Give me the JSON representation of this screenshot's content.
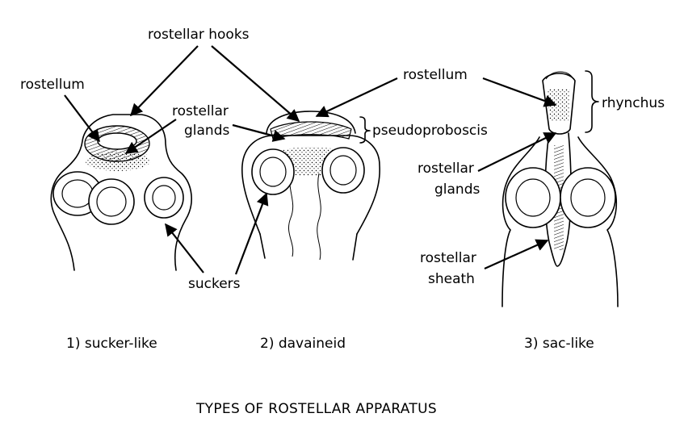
{
  "title": "TYPES OF ROSTELLAR APPARATUS",
  "captions": {
    "sucker_like": "1) sucker-like",
    "davaineid": "2) davaineid",
    "sac_like": "3) sac-like"
  },
  "labels": {
    "rostellar_hooks": "rostellar hooks",
    "rostellum_left": "rostellum",
    "rostellar_glands_1": "rostellar",
    "rostellar_glands_2": "glands",
    "pseudoproboscis": "pseudoproboscis",
    "rostellum_right": "rostellum",
    "rhynchus": "rhynchus",
    "rostellar_glands_right_1": "rostellar",
    "rostellar_glands_right_2": "glands",
    "rostellar_sheath_1": "rostellar",
    "rostellar_sheath_2": "sheath",
    "suckers": "suckers"
  }
}
